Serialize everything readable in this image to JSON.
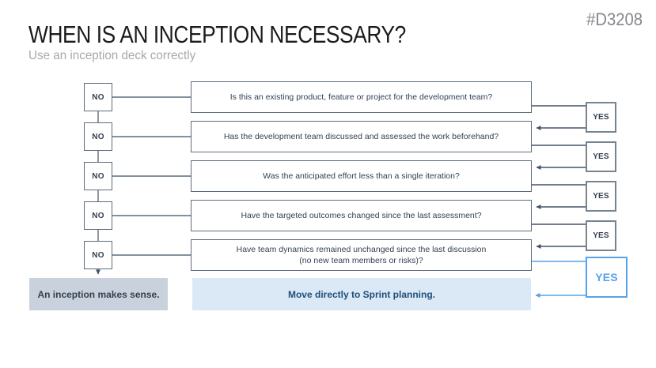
{
  "slide": {
    "title": "WHEN IS AN INCEPTION NECESSARY?",
    "subtitle": "Use an inception deck correctly",
    "tag": "#D3208"
  },
  "flowchart": {
    "no_label": "NO",
    "yes_label": "YES",
    "questions": [
      "Is this an existing product, feature or project for the development team?",
      "Has the development team discussed and assessed the work beforehand?",
      "Was the anticipated effort less than a single iteration?",
      "Have the targeted outcomes changed since the last assessment?",
      "Have team dynamics remained unchanged since the last discussion\n(no new team members or risks)?"
    ],
    "outcome_no": "An inception makes sense.",
    "outcome_yes": "Move directly to Sprint planning."
  },
  "colors": {
    "box_border": "#5d6c7d",
    "yes_box_border": "#77838f",
    "box_text": "#333f50",
    "line_dark": "#44546a",
    "accent_blue": "#55a3e8",
    "outcome_yes_bg": "#dbe9f6",
    "outcome_yes_text": "#1f4e79",
    "outcome_no_bg": "#c9d2dc",
    "title_color": "#1b1b1b",
    "subtitle_color": "#a8a8a8",
    "tag_color": "#86868f"
  }
}
